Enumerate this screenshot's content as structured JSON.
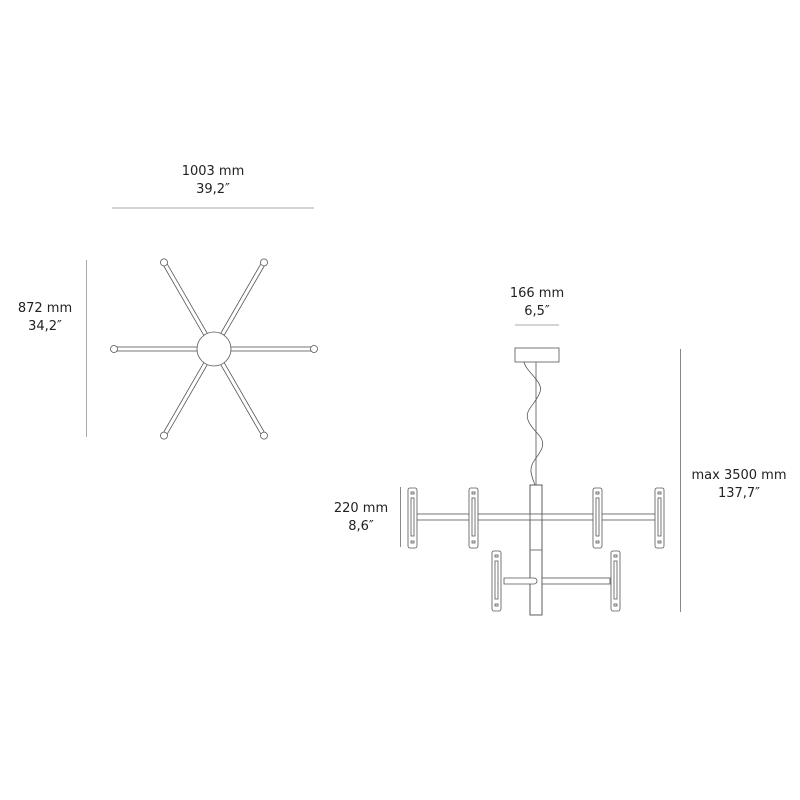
{
  "top_view": {
    "width_dimension": {
      "mm": "1003 mm",
      "inch": "39,2″"
    },
    "depth_dimension": {
      "mm": "872 mm",
      "inch": "34,2″"
    }
  },
  "side_view": {
    "canopy_dimension": {
      "mm": "166 mm",
      "inch": "6,5″"
    },
    "fixture_height_dimension": {
      "mm": "220 mm",
      "inch": "8,6″"
    },
    "total_height_dimension": {
      "mm": "max 3500 mm",
      "inch": "137,7″"
    }
  },
  "colors": {
    "dimension_line": "#aaaaaa",
    "drawing_line": "#555555",
    "text": "#222222"
  }
}
